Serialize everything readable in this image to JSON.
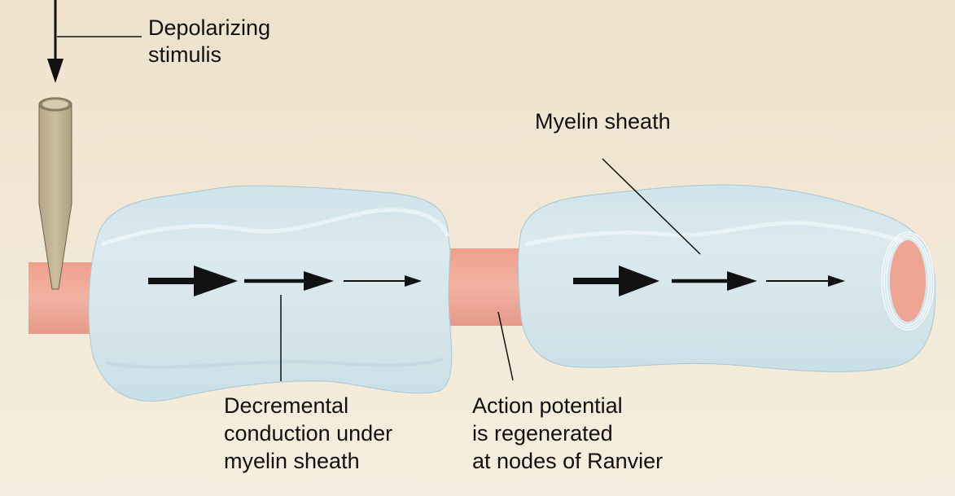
{
  "labels": {
    "stimulus_line1": "Depolarizing",
    "stimulus_line2": "stimulis",
    "myelin": "Myelin sheath",
    "decremental_line1": "Decremental",
    "decremental_line2": "conduction under",
    "decremental_line3": "myelin sheath",
    "action_line1": "Action potential",
    "action_line2": "is regenerated",
    "action_line3": "at nodes of Ranvier"
  },
  "colors": {
    "background_top": "#eee2cd",
    "background_bottom": "#f6eede",
    "axon": "#eba392",
    "myelin": "#d3e5ec",
    "pipette": "#c2b494",
    "arrows": "#111111"
  }
}
